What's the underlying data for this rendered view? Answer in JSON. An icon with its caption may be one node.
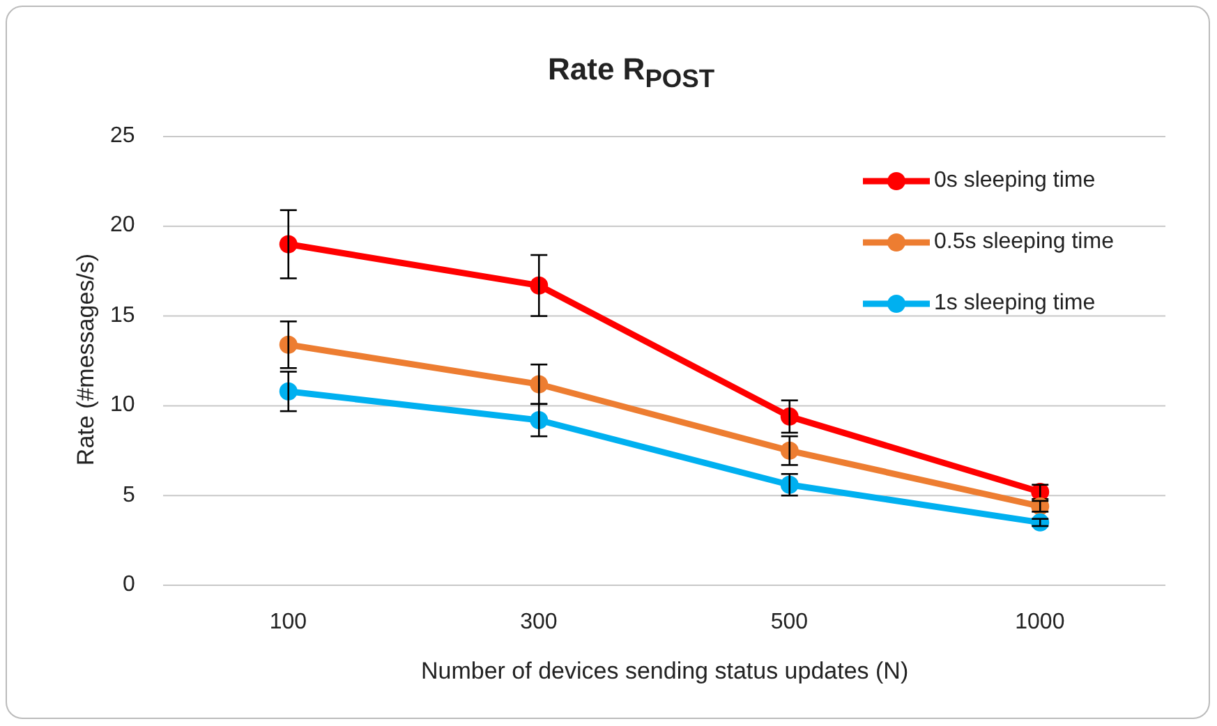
{
  "diagram": {
    "chart_data": {
      "type": "line",
      "title": "Rate R$_{POST}$",
      "xlabel": "Number of devices sending status updates (N)",
      "ylabel": "Rate (#messages/s)",
      "categories": [
        "100",
        "300",
        "500",
        "1000"
      ],
      "ylim": [
        0,
        25
      ],
      "grid": true,
      "legend": true,
      "yticks": [
        0,
        5,
        10,
        15,
        20,
        25
      ],
      "series": [
        {
          "name": "0s sleeping time",
          "color": "#ff0000",
          "marker": "circle",
          "values": [
            19.0,
            16.7,
            9.4,
            5.2
          ],
          "errors": [
            1.9,
            1.7,
            0.9,
            0.4
          ]
        },
        {
          "name": "0.5s sleeping time",
          "color": "#ed7d31",
          "marker": "circle",
          "values": [
            13.4,
            11.2,
            7.5,
            4.4
          ],
          "errors": [
            1.3,
            1.1,
            0.8,
            0.3
          ]
        },
        {
          "name": "1s sleeping time",
          "color": "#00b0f0",
          "marker": "circle",
          "values": [
            10.8,
            9.2,
            5.6,
            3.5
          ],
          "errors": [
            1.1,
            0.9,
            0.6,
            0.2
          ]
        }
      ]
    }
  }
}
